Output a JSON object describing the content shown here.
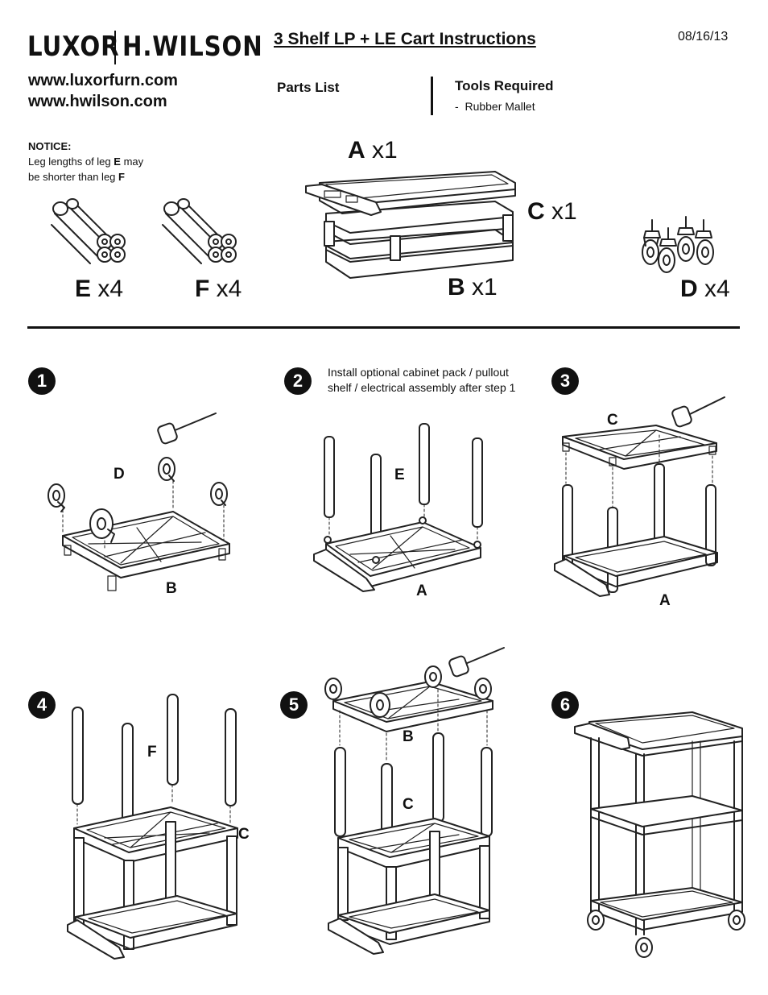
{
  "header": {
    "brand_left": "LUXOR",
    "brand_right": "H.WILSON",
    "urls": [
      "www.luxorfurn.com",
      "www.hwilson.com"
    ],
    "title": "3 Shelf LP + LE Cart Instructions",
    "date": "08/16/13"
  },
  "parts_list": {
    "heading": "Parts List",
    "parts": [
      {
        "letter": "A",
        "qty": "x1"
      },
      {
        "letter": "B",
        "qty": "x1"
      },
      {
        "letter": "C",
        "qty": "x1"
      },
      {
        "letter": "D",
        "qty": "x4"
      },
      {
        "letter": "E",
        "qty": "x4"
      },
      {
        "letter": "F",
        "qty": "x4"
      }
    ]
  },
  "tools": {
    "heading": "Tools Required",
    "items": [
      "Rubber Mallet"
    ]
  },
  "notice": {
    "heading": "NOTICE:",
    "text_1": "Leg lengths of leg",
    "leg_short": "E",
    "text_2": "may",
    "text_3": "be shorter than leg",
    "leg_long": "F"
  },
  "steps": [
    {
      "number": "1",
      "labels": [
        "D",
        "B"
      ]
    },
    {
      "number": "2",
      "note": "Install optional cabinet pack / pullout shelf / electrical assembly after step 1",
      "labels": [
        "E",
        "A"
      ]
    },
    {
      "number": "3",
      "labels": [
        "C",
        "A"
      ]
    },
    {
      "number": "4",
      "labels": [
        "F",
        "C"
      ]
    },
    {
      "number": "5",
      "labels": [
        "B",
        "C"
      ]
    },
    {
      "number": "6",
      "labels": []
    }
  ],
  "icons": [
    "mallet-icon",
    "caster-icon",
    "leg-bundle-icon",
    "shelf-icon",
    "cart-icon"
  ]
}
